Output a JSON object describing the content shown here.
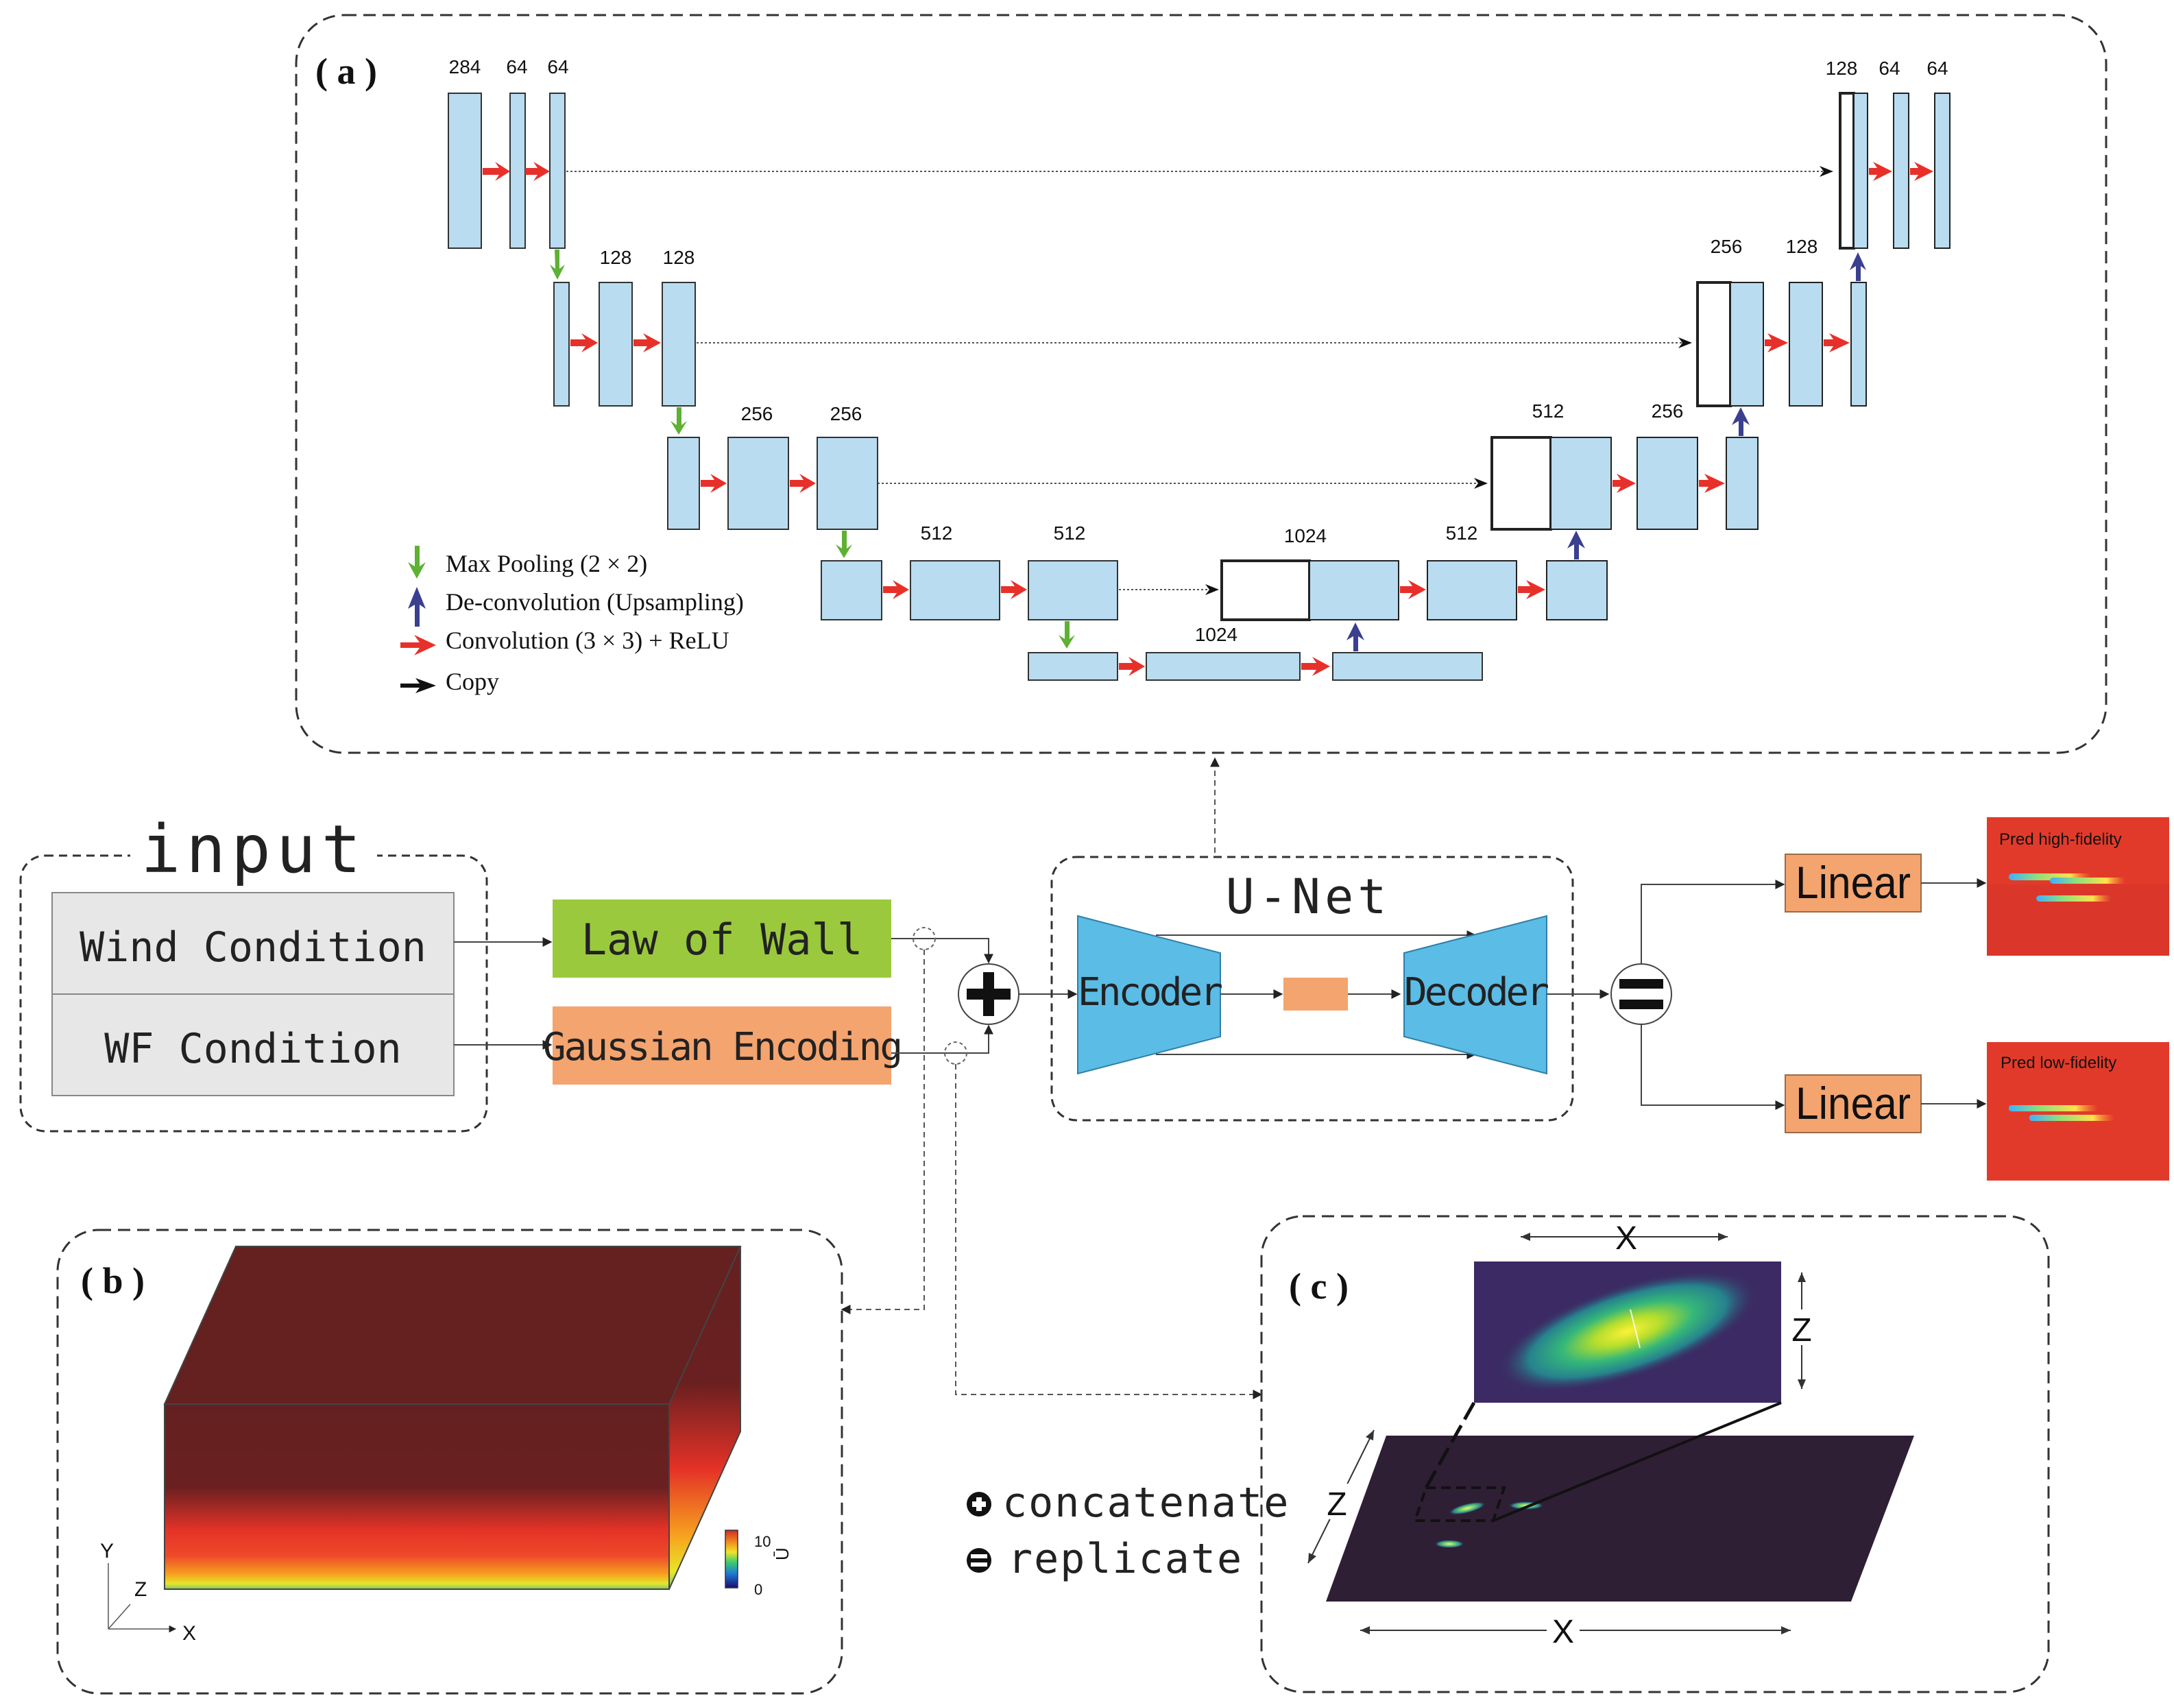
{
  "colors": {
    "block_fill": "#b9dcf0",
    "conv_arrow": "#e8302a",
    "pool_arrow": "#5db133",
    "deconv_arrow": "#3a3f8f",
    "copy_arrow": "#111111",
    "law_of_wall": "#9ac93d",
    "gaussian": "#f4a46f",
    "encoder_decoder": "#5bbce6",
    "linear": "#f4a46f",
    "field_red": "#e23a2a",
    "field_dark": "#2f1f35"
  },
  "panel_a": {
    "label": "( a )",
    "channels": {
      "enc1": [
        "284",
        "64",
        "64"
      ],
      "enc2": [
        "128",
        "128"
      ],
      "enc3": [
        "256",
        "256"
      ],
      "enc4": [
        "512",
        "512"
      ],
      "bottom": "1024",
      "dec4_concat": "1024",
      "dec4": "512",
      "dec3_concat": "512",
      "dec3": "256",
      "dec2_concat": "256",
      "dec2": "128",
      "dec1": [
        "128",
        "64",
        "64"
      ]
    },
    "legend": [
      {
        "icon": "pool-arrow",
        "text": "Max Pooling (2 × 2)"
      },
      {
        "icon": "deconv-arrow",
        "text": "De-convolution (Upsampling)"
      },
      {
        "icon": "conv-arrow",
        "text": "Convolution (3 × 3) + ReLU"
      },
      {
        "icon": "copy-arrow",
        "text": "Copy"
      }
    ]
  },
  "pipeline": {
    "input_title": "input",
    "wind_condition": "Wind Condition",
    "wf_condition": "WF Condition",
    "law_of_wall": "Law of Wall",
    "gaussian_encoding": "Gaussian Encoding",
    "unet_title": "U-Net",
    "encoder": "Encoder",
    "decoder": "Decoder",
    "linear_top": "Linear",
    "linear_bottom": "Linear",
    "pred_high": "Pred high-fidelity",
    "pred_low": "Pred low-fidelity"
  },
  "panel_b": {
    "label": "( b )",
    "colorbar_max": "10",
    "colorbar_min": "0",
    "colorbar_var": "Ū",
    "axis_y": "Y",
    "axis_z": "Z",
    "axis_x": "X"
  },
  "panel_c": {
    "label": "( c )",
    "x_top": "X",
    "z_right": "Z",
    "z_left": "Z",
    "x_bottom": "X"
  },
  "ops_legend": {
    "concatenate": "concatenate",
    "replicate": "replicate"
  }
}
